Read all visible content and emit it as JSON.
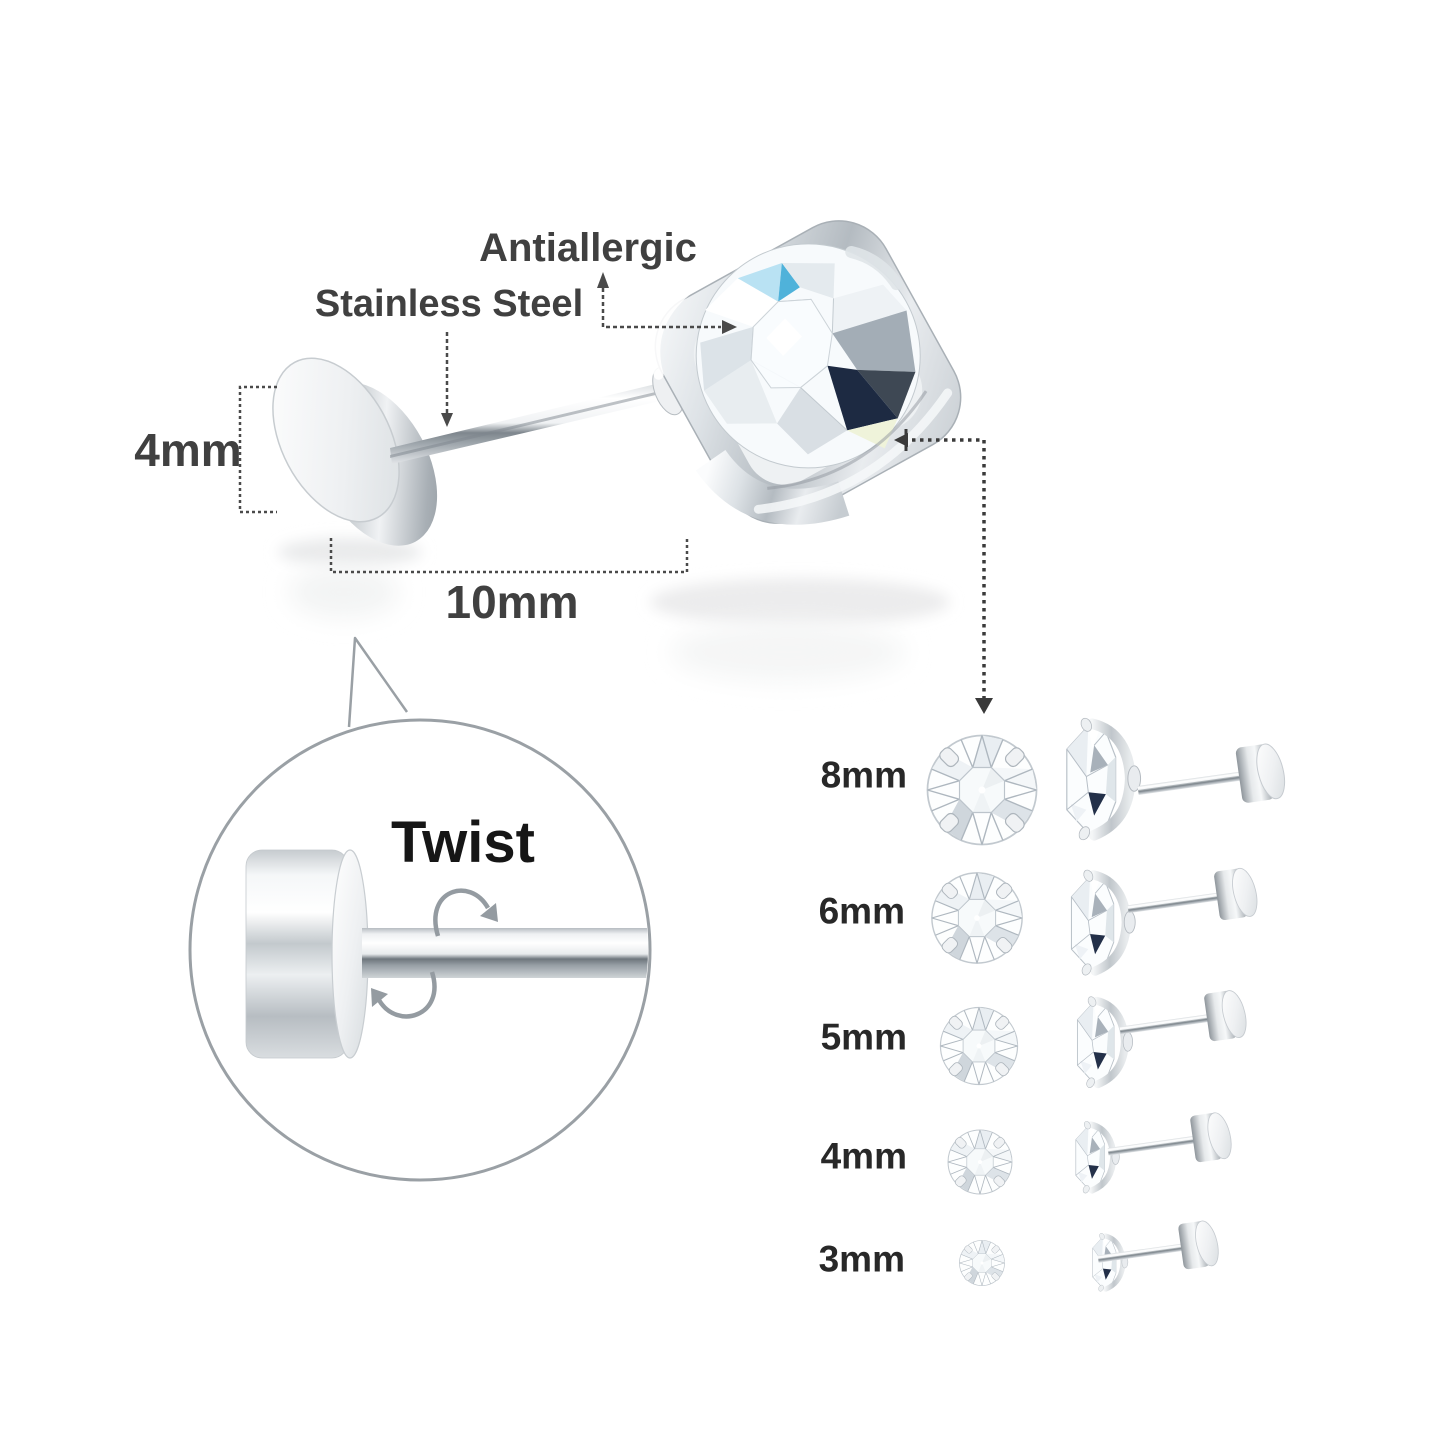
{
  "diagram": {
    "title": "Stainless steel cubic zirconia stud earring size infographic",
    "annotations": {
      "antiallergic": "Antiallergic",
      "stainless_steel": "Stainless Steel",
      "back_diameter": "4mm",
      "post_length": "10mm",
      "twist_instruction": "Twist"
    },
    "size_chart": {
      "rows": [
        {
          "label": "8mm"
        },
        {
          "label": "6mm"
        },
        {
          "label": "5mm"
        },
        {
          "label": "4mm"
        },
        {
          "label": "3mm"
        }
      ]
    },
    "icons": {
      "up_arrow": "arrow-up",
      "right_arrow": "arrow-right",
      "down_arrow": "arrow-down",
      "left_arrow": "arrow-left",
      "rotation_arrows": "twist-rotation",
      "measure_bracket": "dimension-bracket"
    },
    "colors": {
      "background": "#ffffff",
      "text_primary": "#404040",
      "text_black": "#161616",
      "annotation_line": "#4a4a4a",
      "metal_light": "#f4f6f8",
      "metal_mid": "#c3c9ce",
      "metal_dark": "#8d949b",
      "crystal_blue": "#47aed8",
      "crystal_navy": "#1c2840"
    }
  }
}
